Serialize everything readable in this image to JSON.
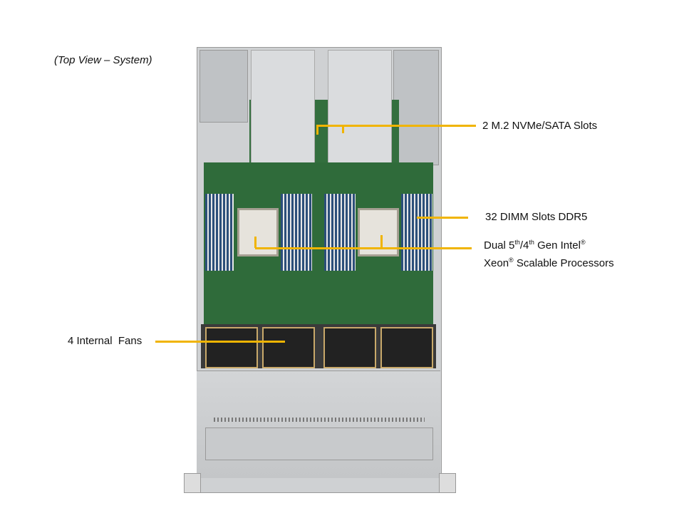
{
  "caption": "(Top View – System)",
  "callouts": {
    "m2": "2 M.2 NVMe/SATA Slots",
    "dimm": "32 DIMM Slots DDR5",
    "cpu_line1_a": "Dual 5",
    "cpu_sup1": "th",
    "cpu_line1_b": "/4",
    "cpu_sup2": "th",
    "cpu_line1_c": " Gen Intel",
    "reg": "®",
    "cpu_line2_a": "Xeon",
    "cpu_line2_b": " Scalable Processors",
    "fans": "4 Internal  Fans"
  },
  "colors": {
    "callout_line": "#f0b400",
    "board": "#2f6b3a"
  }
}
